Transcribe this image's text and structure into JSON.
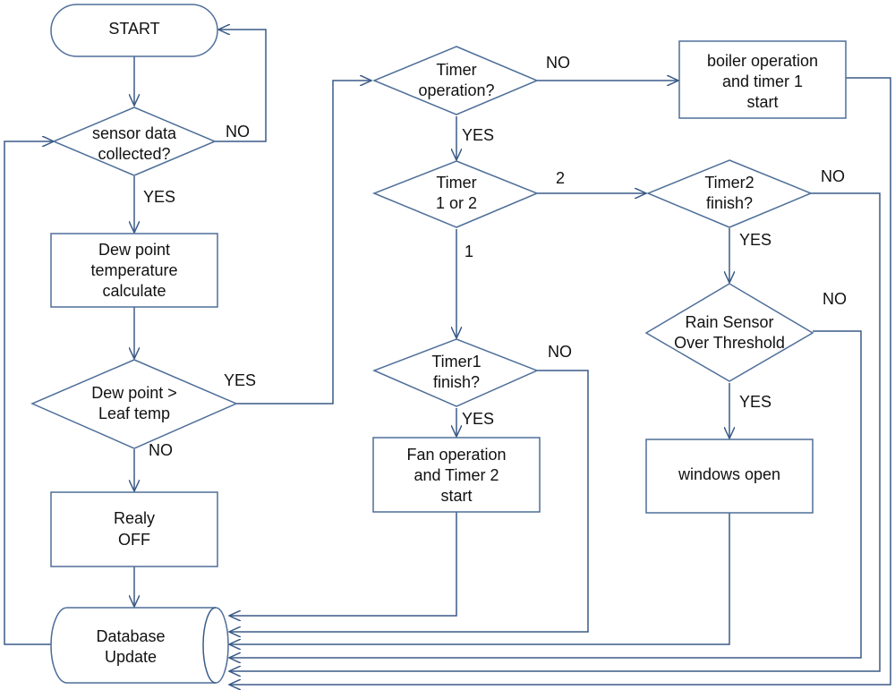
{
  "nodes": {
    "start": [
      "START"
    ],
    "sensor": [
      "sensor data",
      "collected?"
    ],
    "dew_calc": [
      "Dew point",
      "temperature",
      "calculate"
    ],
    "dew_cmp": [
      "Dew point >",
      "Leaf temp"
    ],
    "relay": [
      "Realy",
      "OFF"
    ],
    "db": [
      "Database",
      "Update"
    ],
    "timer_op": [
      "Timer",
      "operation?"
    ],
    "boiler": [
      "boiler operation",
      "and timer 1",
      "start"
    ],
    "timer12": [
      "Timer",
      "1 or 2"
    ],
    "timer2fin": [
      "Timer2",
      "finish?"
    ],
    "timer1fin": [
      "Timer1",
      "finish?"
    ],
    "fan": [
      "Fan operation",
      "and Timer 2",
      "start"
    ],
    "rain": [
      "Rain Sensor",
      "Over Threshold"
    ],
    "windows": [
      "windows open"
    ]
  },
  "edge_labels": {
    "sensor_no": "NO",
    "sensor_yes": "YES",
    "dew_yes": "YES",
    "dew_no": "NO",
    "timer_op_no": "NO",
    "timer_op_yes": "YES",
    "timer12_2": "2",
    "timer12_1": "1",
    "timer2_no": "NO",
    "timer2_yes": "YES",
    "rain_no": "NO",
    "rain_yes": "YES",
    "timer1_no": "NO",
    "timer1_yes": "YES"
  },
  "colors": {
    "stroke": "#3a5a87",
    "shape_stroke": "#4f6f99",
    "text": "#111111"
  }
}
